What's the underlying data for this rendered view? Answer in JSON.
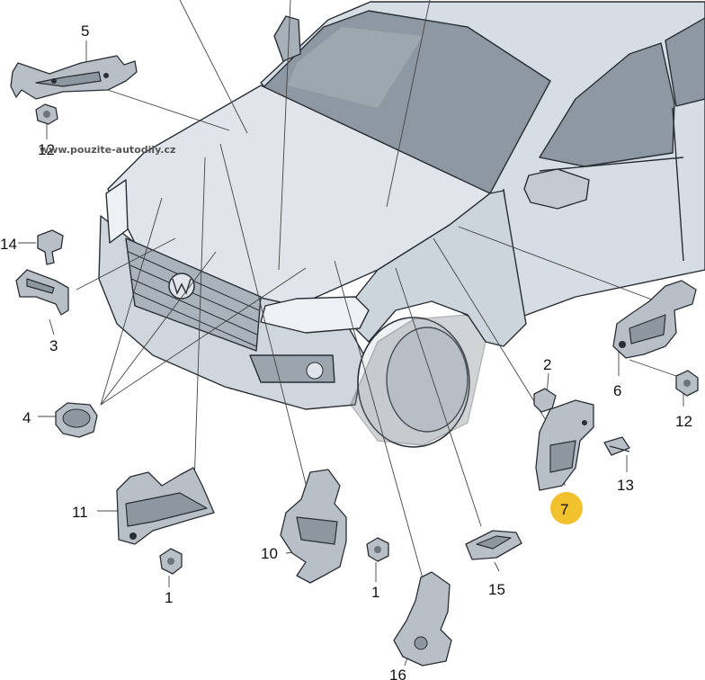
{
  "watermark": "www.pouzite-autodily.cz",
  "colors": {
    "highlight_badge": "#f2c12e",
    "car_body": "#d6dde4",
    "glass": "#8e98a2",
    "part_fill": "#b9bfc6",
    "line": "#2a2f35"
  },
  "labels": {
    "p1a": "1",
    "p1b": "1",
    "p2": "2",
    "p3": "3",
    "p4": "4",
    "p5": "5",
    "p6": "6",
    "p7": "7",
    "p10": "10",
    "p11": "11",
    "p12a": "12",
    "p12b": "12",
    "p13": "13",
    "p14": "14",
    "p15": "15",
    "p16": "16"
  }
}
